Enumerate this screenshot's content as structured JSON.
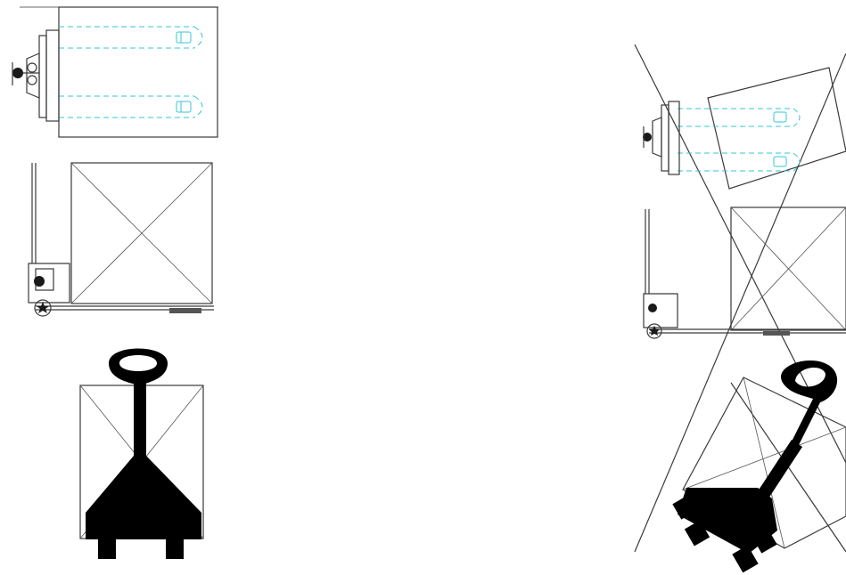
{
  "canvas": {
    "background": "#ffffff"
  },
  "colors": {
    "line": "#3a3a3a",
    "fork_dash": "#35c6d6",
    "silhouette": "#000000"
  },
  "views": [
    {
      "name": "top-view",
      "description_icon": "pallet-jack-top-view"
    },
    {
      "name": "side-view",
      "description_icon": "pallet-jack-side-view"
    },
    {
      "name": "silhouette-view",
      "description_icon": "pallet-jack-silhouette"
    }
  ]
}
